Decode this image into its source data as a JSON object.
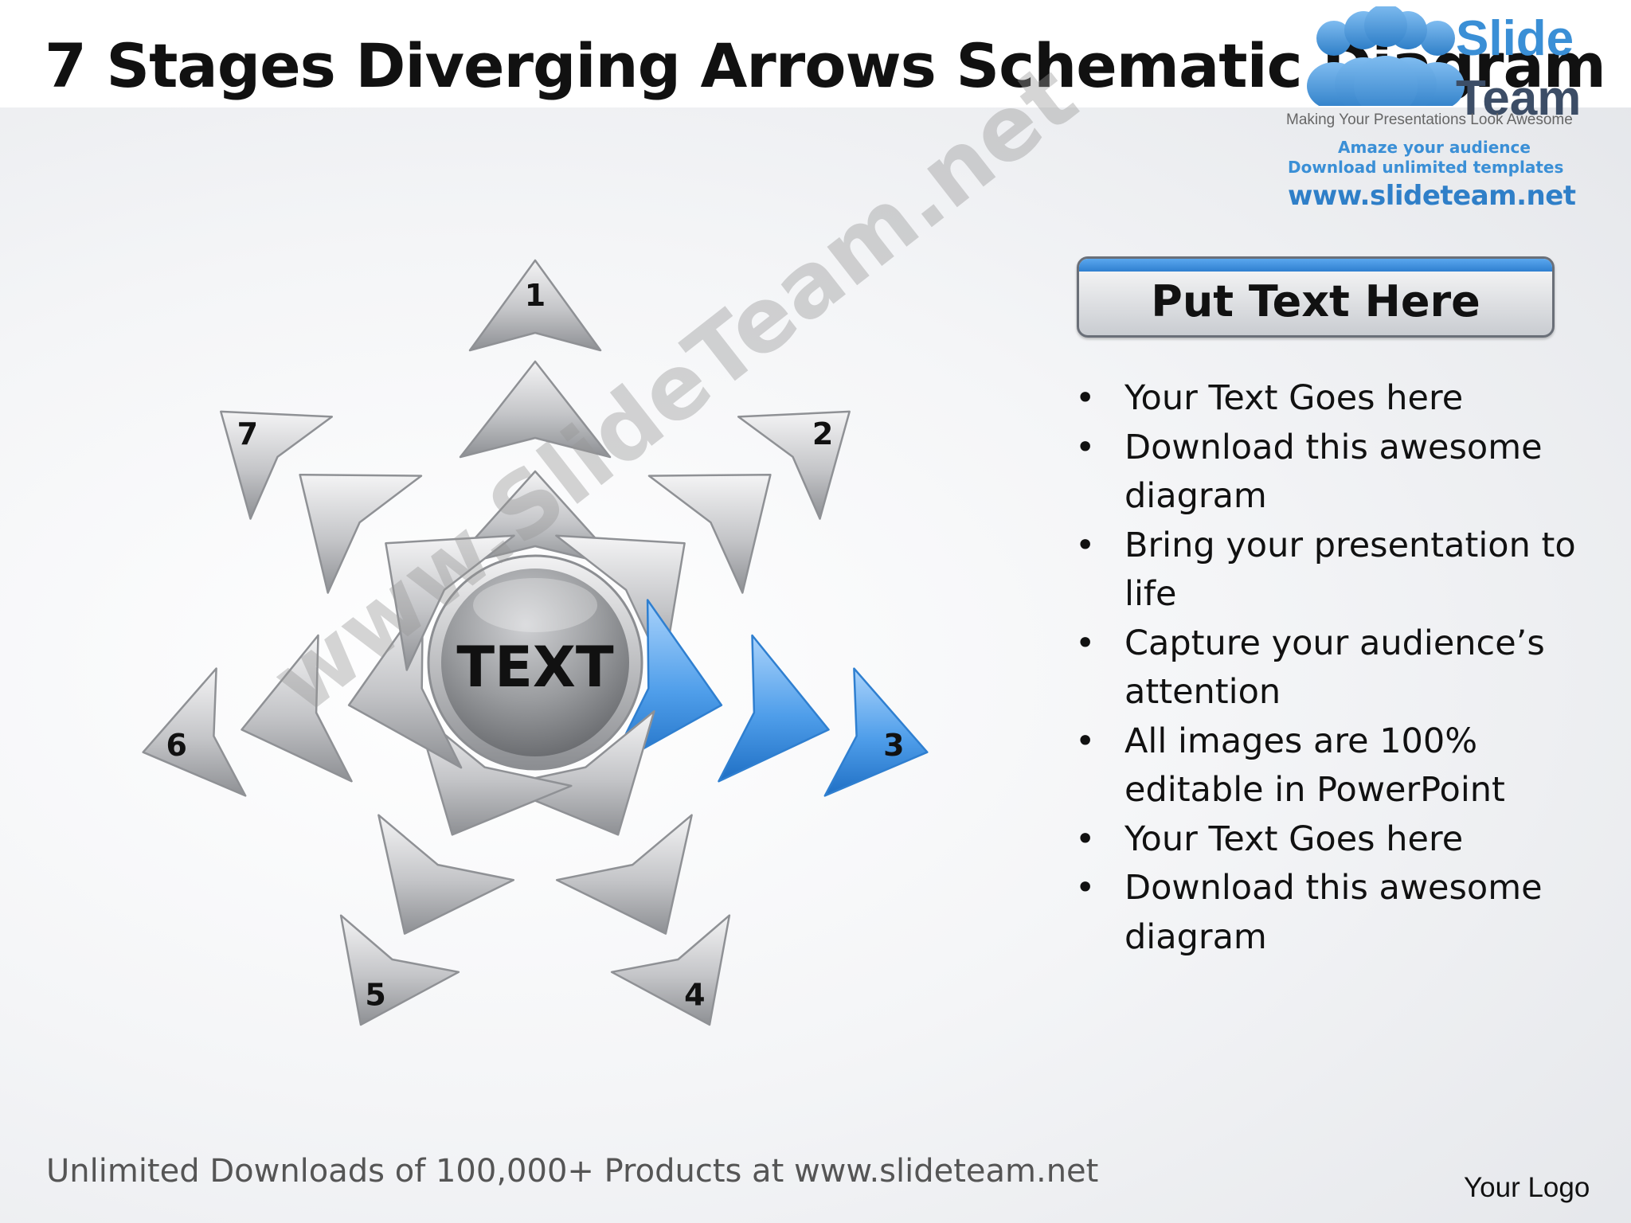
{
  "slide": {
    "title": "7 Stages Diverging Arrows Schematic Diagram",
    "footer": "Unlimited Downloads of 100,000+ Products at www.slideteam.net",
    "logo_placeholder": "Your Logo"
  },
  "brand": {
    "name_line1": "Slide",
    "name_line2": "Team",
    "tagline": "Making Your Presentations Look Awesome",
    "line1": "Amaze your audience",
    "line2": "Download unlimited templates",
    "url": "www.slideteam.net",
    "watermark": "www.SlideTeam.net"
  },
  "diagram": {
    "center_label": "TEXT",
    "highlighted_stage": "3",
    "colors": {
      "arrow_gray": "#b8b9bc",
      "arrow_blue": "#4a9be8",
      "hub": "#8a8c90"
    },
    "stages": [
      {
        "label": "1"
      },
      {
        "label": "2"
      },
      {
        "label": "3"
      },
      {
        "label": "4"
      },
      {
        "label": "5"
      },
      {
        "label": "6"
      },
      {
        "label": "7"
      }
    ]
  },
  "panel": {
    "header": "Put Text Here",
    "bullet_symbol": "•",
    "bullets": [
      "Your Text Goes here",
      "Download this awesome diagram",
      "Bring your presentation to life",
      "Capture your audience’s attention",
      "All images are 100% editable in PowerPoint",
      "Your Text Goes here",
      "Download this awesome diagram"
    ]
  }
}
